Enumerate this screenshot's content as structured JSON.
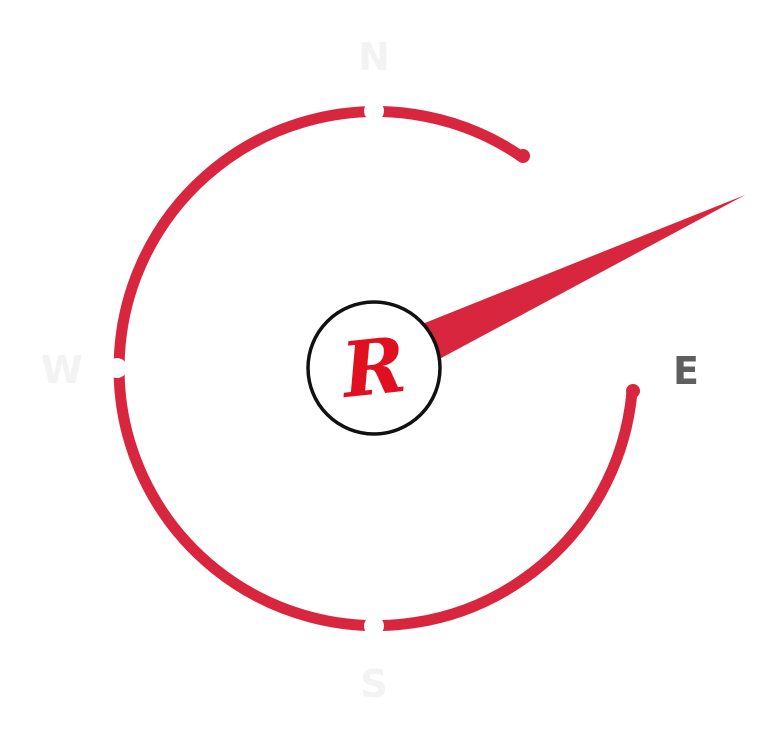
{
  "compass": {
    "labels": {
      "north": "N",
      "east": "E",
      "south": "S",
      "west": "W"
    },
    "logo_letter": "R",
    "needle_heading_degrees": 65,
    "colors": {
      "ring": "#d7263d",
      "needle": "#d7263d",
      "logo_letter": "#e01020",
      "logo_outline": "#111111",
      "active_label": "#5f5f5f",
      "inactive_label": "#f3f3f3",
      "background": "#ffffff"
    }
  }
}
